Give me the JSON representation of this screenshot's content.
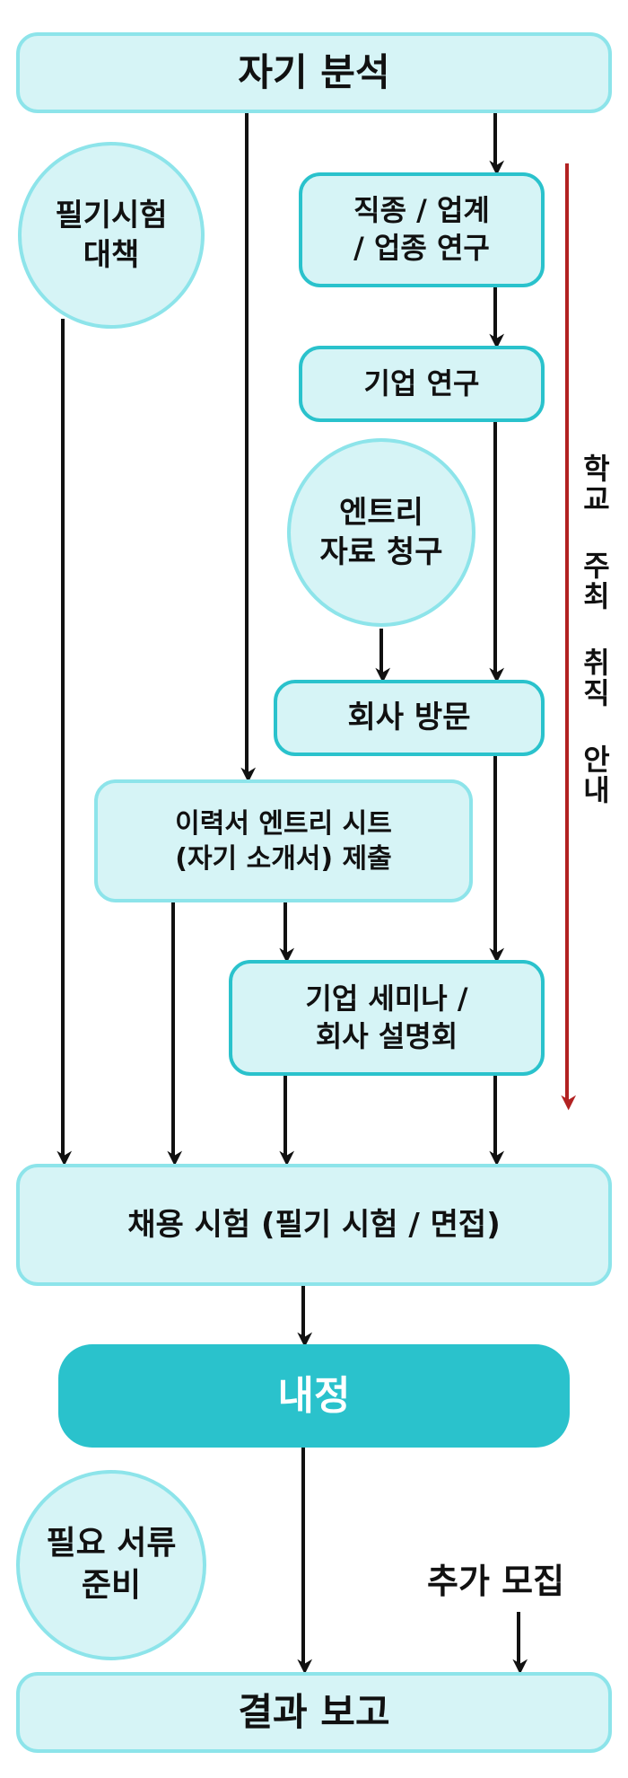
{
  "nodes": {
    "self_analysis": "자기 분석",
    "written_test_prep": "필기시험\n대책",
    "job_industry_research": "직종 / 업계\n/ 업종 연구",
    "company_research": "기업 연구",
    "entry_materials_request": "엔트리\n자료 청구",
    "company_visit": "회사 방문",
    "resume_submission": "이력서 엔트리 시트\n(자기 소개서) 제출",
    "company_seminar": "기업 세미나 /\n회사 설명회",
    "employment_exam": "채용 시험 (필기 시험 / 면접)",
    "informal_offer": "내정",
    "required_documents": "필요 서류\n준비",
    "additional_recruitment": "추가 모집",
    "result_report": "결과 보고"
  },
  "side_label": "학교 주최 취직 안내",
  "colors": {
    "box_fill": "#d6f4f6",
    "border_light": "#8de4ea",
    "border_dark": "#2ac2cc",
    "accent_fill": "#2ac2cc",
    "arrow": "#111111",
    "side_arrow": "#b22222"
  }
}
